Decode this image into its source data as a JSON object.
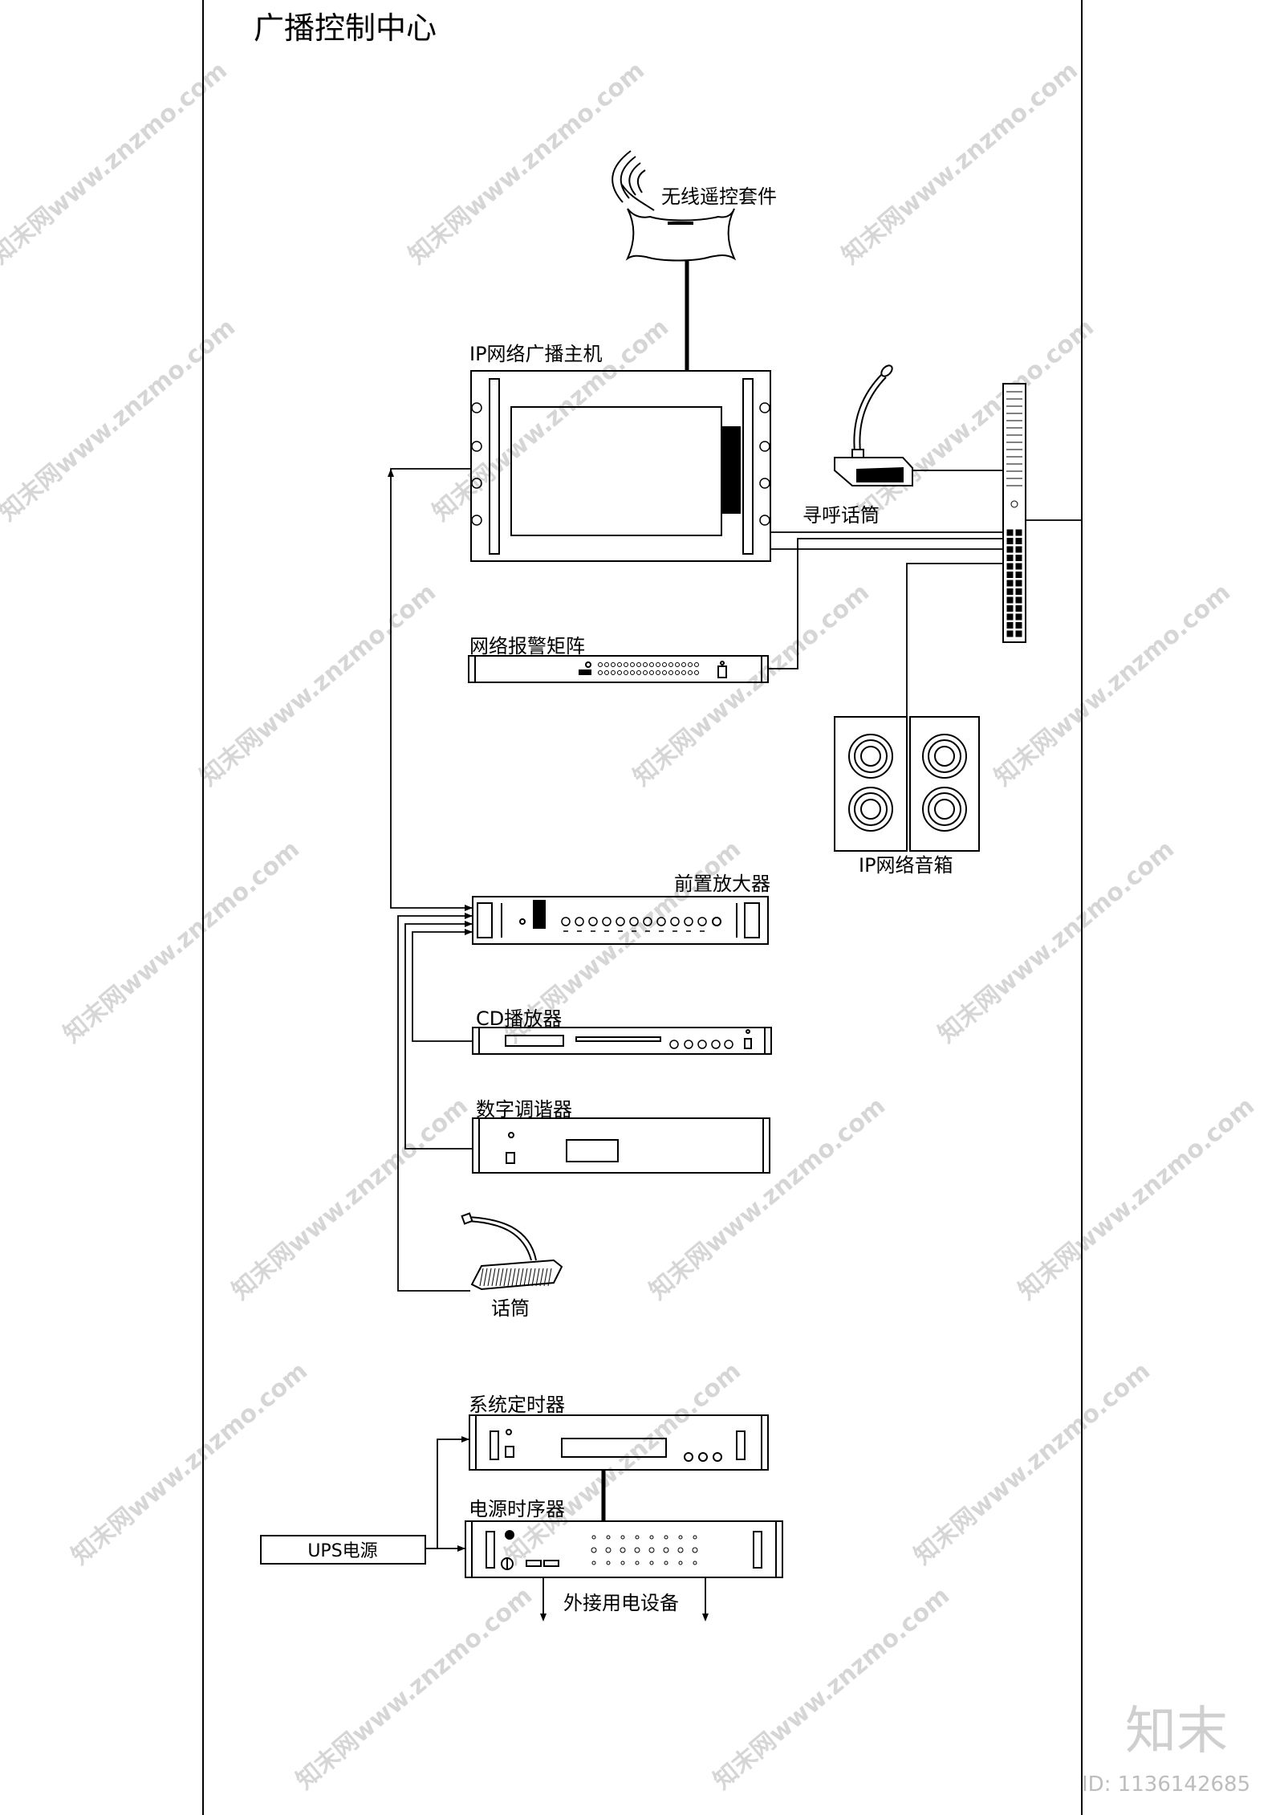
{
  "title": "广播控制中心",
  "devices": {
    "wireless_remote": "无线遥控套件",
    "ip_host": "IP网络广播主机",
    "paging_mic": "寻呼话筒",
    "alarm_matrix": "网络报警矩阵",
    "ip_speaker": "IP网络音箱",
    "preamp": "前置放大器",
    "cd_player": "CD播放器",
    "tuner": "数字调谐器",
    "mic": "话筒",
    "timer": "系统定时器",
    "power_sequencer": "电源时序器",
    "ups": "UPS电源",
    "external": "外接用电设备"
  },
  "watermark": {
    "text": "知末网www.znzmo.com",
    "logo": "知末",
    "id": "ID: 1136142685"
  }
}
